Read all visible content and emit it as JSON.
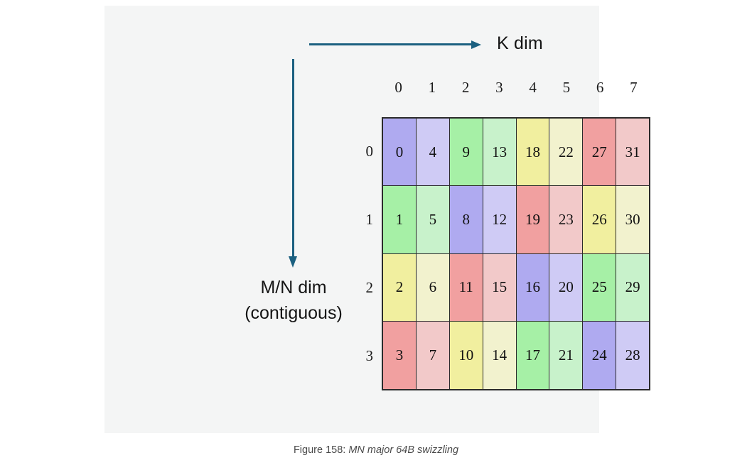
{
  "figure": {
    "caption_prefix": "Figure 158:",
    "caption_title": "MN major 64B swizzling"
  },
  "axes": {
    "k_dim_label": "K dim",
    "mn_dim_label_line1": "M/N dim",
    "mn_dim_label_line2": "(contiguous)",
    "arrow_color": "#1b6080",
    "column_headers": [
      "0",
      "1",
      "2",
      "3",
      "4",
      "5",
      "6",
      "7"
    ],
    "row_headers": [
      "0",
      "1",
      "2",
      "3"
    ]
  },
  "palette": {
    "purple": "#afaaf0",
    "purple_light": "#cfcbf5",
    "green": "#a6f0a6",
    "green_light": "#c8f2cb",
    "yellow": "#f1ef9f",
    "yellow_light": "#f2f2ce",
    "red": "#f1a0a0",
    "red_light": "#f2c9c9",
    "grid_line": "#2b2b2b",
    "panel_background": "#f4f5f5"
  },
  "chart_data": {
    "type": "heatmap",
    "title": "MN major 64B swizzling",
    "xlabel": "K dim",
    "ylabel": "M/N dim (contiguous)",
    "x": [
      "0",
      "1",
      "2",
      "3",
      "4",
      "5",
      "6",
      "7"
    ],
    "y": [
      "0",
      "1",
      "2",
      "3"
    ],
    "grid": true,
    "legend": "none",
    "rows": [
      {
        "row_label": "0",
        "cells": [
          {
            "value": 0,
            "color": "#afaaf0"
          },
          {
            "value": 4,
            "color": "#cfcbf5"
          },
          {
            "value": 9,
            "color": "#a6f0a6"
          },
          {
            "value": 13,
            "color": "#c8f2cb"
          },
          {
            "value": 18,
            "color": "#f1ef9f"
          },
          {
            "value": 22,
            "color": "#f2f2ce"
          },
          {
            "value": 27,
            "color": "#f1a0a0"
          },
          {
            "value": 31,
            "color": "#f2c9c9"
          }
        ]
      },
      {
        "row_label": "1",
        "cells": [
          {
            "value": 1,
            "color": "#a6f0a6"
          },
          {
            "value": 5,
            "color": "#c8f2cb"
          },
          {
            "value": 8,
            "color": "#afaaf0"
          },
          {
            "value": 12,
            "color": "#cfcbf5"
          },
          {
            "value": 19,
            "color": "#f1a0a0"
          },
          {
            "value": 23,
            "color": "#f2c9c9"
          },
          {
            "value": 26,
            "color": "#f1ef9f"
          },
          {
            "value": 30,
            "color": "#f2f2ce"
          }
        ]
      },
      {
        "row_label": "2",
        "cells": [
          {
            "value": 2,
            "color": "#f1ef9f"
          },
          {
            "value": 6,
            "color": "#f2f2ce"
          },
          {
            "value": 11,
            "color": "#f1a0a0"
          },
          {
            "value": 15,
            "color": "#f2c9c9"
          },
          {
            "value": 16,
            "color": "#afaaf0"
          },
          {
            "value": 20,
            "color": "#cfcbf5"
          },
          {
            "value": 25,
            "color": "#a6f0a6"
          },
          {
            "value": 29,
            "color": "#c8f2cb"
          }
        ]
      },
      {
        "row_label": "3",
        "cells": [
          {
            "value": 3,
            "color": "#f1a0a0"
          },
          {
            "value": 7,
            "color": "#f2c9c9"
          },
          {
            "value": 10,
            "color": "#f1ef9f"
          },
          {
            "value": 14,
            "color": "#f2f2ce"
          },
          {
            "value": 17,
            "color": "#a6f0a6"
          },
          {
            "value": 21,
            "color": "#c8f2cb"
          },
          {
            "value": 24,
            "color": "#afaaf0"
          },
          {
            "value": 28,
            "color": "#cfcbf5"
          }
        ]
      }
    ]
  }
}
